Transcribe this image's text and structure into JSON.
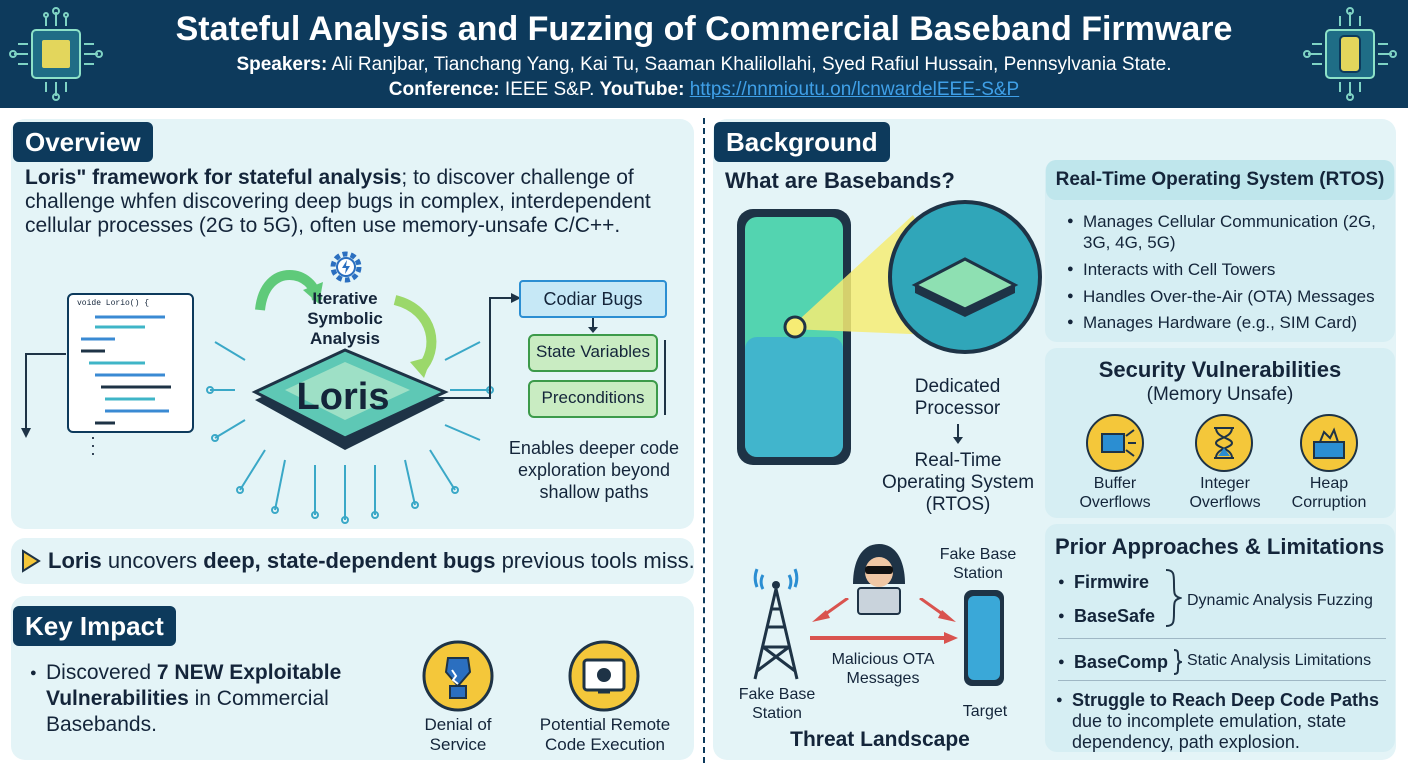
{
  "header": {
    "title": "Stateful Analysis and Fuzzing of Commercial Baseband Firmware",
    "speakers_label": "Speakers:",
    "speakers": "Ali Ranjbar, Tianchang Yang, Kai Tu, Saaman Khalilollahi, Syed Rafiul Hussain, Pennsylvania State.",
    "conference_label": "Conference:",
    "conference": "IEEE S&P.",
    "youtube_label": "YouTube:",
    "youtube_link": "https://nnmioutu.on/lcnwardelEEE-S&P"
  },
  "overview": {
    "title": "Overview",
    "intro_bold": "Loris\" framework for stateful analysis",
    "intro_rest": "; to discover challenge of challenge whfen discovering deep bugs in complex, interdependent cellular processes (2G to 5G), often use memory-unsafe C/C++.",
    "code_head": "voide Lorio() {",
    "iterative": "Iterative",
    "symbolic": "Symbolic",
    "analysis": "Analysis",
    "chip_label": "Loris",
    "bugs_box": "Codiar Bugs",
    "state_box": "State Variables",
    "pre_box": "Preconditions",
    "note": "Enables deeper code exploration beyond shallow paths",
    "banner_b1": "Loris",
    "banner_t1": " uncovers ",
    "banner_b2": "deep, state-dependent bugs",
    "banner_t2": " previous tools miss."
  },
  "impact": {
    "title": "Key Impact",
    "line_text1": "Discovered ",
    "line_bold": "7 NEW Exploitable Vulnerabilities",
    "line_text2": " in Commercial Basebands.",
    "dos_label": "Denial of Service",
    "rce_label": "Potential Remote Code Execution"
  },
  "background": {
    "title": "Background",
    "question": "What are Basebands?",
    "dedicated": "Dedicated Processor",
    "rtos": "Real-Time Operating System (RTOS)",
    "fake_bs_right": "Fake Base Station",
    "fake_bs_left": "Fake Base Station",
    "malicious": "Malicious OTA Messages",
    "target": "Target",
    "threat": "Threat Landscape"
  },
  "rtos": {
    "title": "Real-Time Operating System (RTOS)",
    "items": [
      "Manages Cellular Communication (2G, 3G, 4G, 5G)",
      "Interacts with Cell Towers",
      "Handles Over-the-Air (OTA) Messages",
      "Manages Hardware (e.g., SIM Card)"
    ]
  },
  "security": {
    "title": "Security Vulnerabilities",
    "subtitle": "(Memory Unsafe)",
    "buffer": "Buffer Overflows",
    "integer": "Integer Overflows",
    "heap": "Heap Corruption"
  },
  "prior": {
    "title": "Prior Approaches & Limitations",
    "firmwire": "Firmwire",
    "basesafe": "BaseSafe",
    "dynamic": "Dynamic Analysis Fuzzing",
    "basecomp": "BaseComp",
    "static": "Static Analysis Limitations",
    "struggle_bold": "Struggle to Reach Deep Code Paths",
    "struggle_rest": "due to incomplete emulation, state dependency, path explosion."
  }
}
